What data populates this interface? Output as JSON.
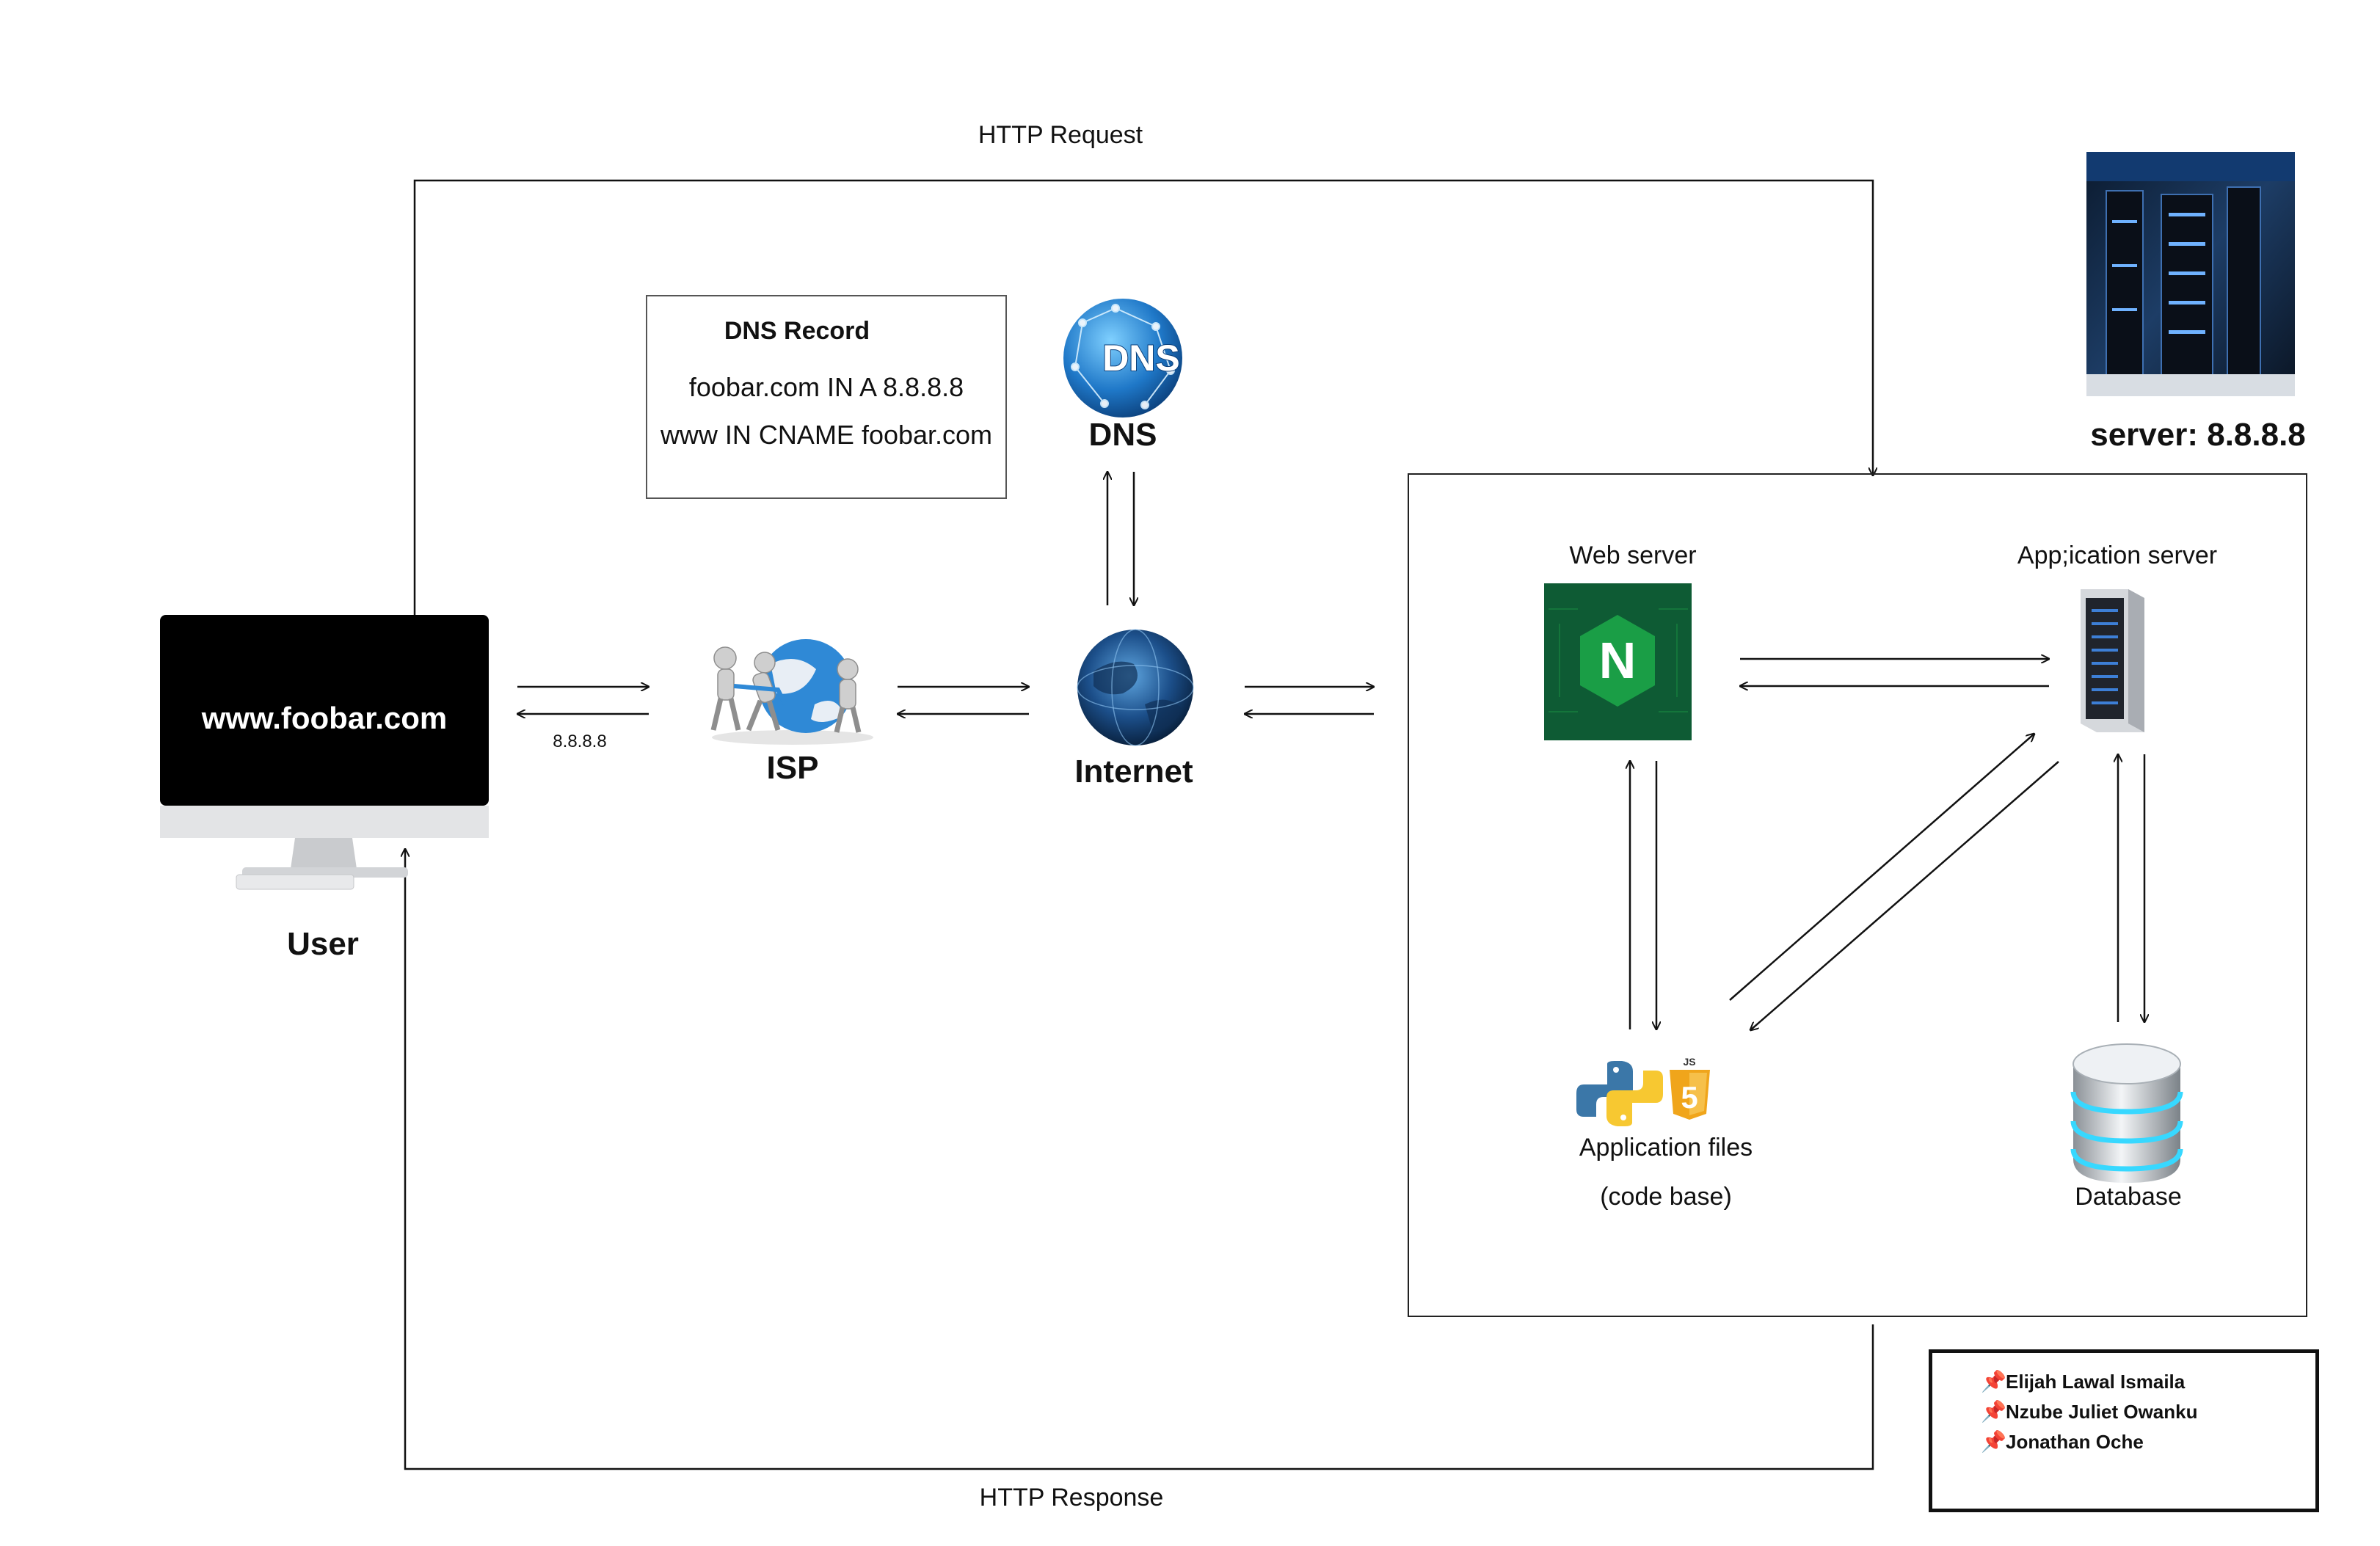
{
  "labels": {
    "http_request": "HTTP Request",
    "http_response": "HTTP Response",
    "ip_under_arrow": "8.8.8.8",
    "user": "User",
    "isp": "ISP",
    "internet": "Internet",
    "dns": "DNS",
    "server": "server: 8.8.8.8",
    "web_server": "Web server",
    "app_server": "App;ication server",
    "app_files_line1": "Application files",
    "app_files_line2": "(code base)",
    "database": "Database"
  },
  "monitor": {
    "url": "www.foobar.com"
  },
  "dns_record": {
    "title": "DNS Record",
    "line1": "foobar.com IN A 8.8.8.8",
    "line2": "www IN CNAME foobar.com"
  },
  "icons": {
    "dns_globe_text": "DNS",
    "nginx_letter": "N",
    "js_badge": "JS",
    "html5_digit": "5"
  },
  "authors": [
    "Elijah  Lawal Ismaila",
    "Nzube Juliet Owanku",
    "Jonathan Oche"
  ],
  "icon_names": {
    "monitor": "desktop-monitor-icon",
    "isp": "isp-people-globe-icon",
    "internet": "internet-globe-icon",
    "dns": "dns-globe-icon",
    "server_photo": "server-rack-photo-icon",
    "nginx": "nginx-icon",
    "app_server": "server-tower-icon",
    "python": "python-icon",
    "html5": "html5-icon",
    "database": "database-icon",
    "pin": "pushpin-icon"
  },
  "colors": {
    "line": "#111111",
    "nginx_bg": "#0e5b34",
    "nginx_green": "#1a9e46",
    "dns_blue": "#1f78c8",
    "internet_blue": "#1c4f8a",
    "python_blue": "#3b77a8",
    "python_yellow": "#f7c831",
    "html5_orange": "#f0a51b"
  }
}
